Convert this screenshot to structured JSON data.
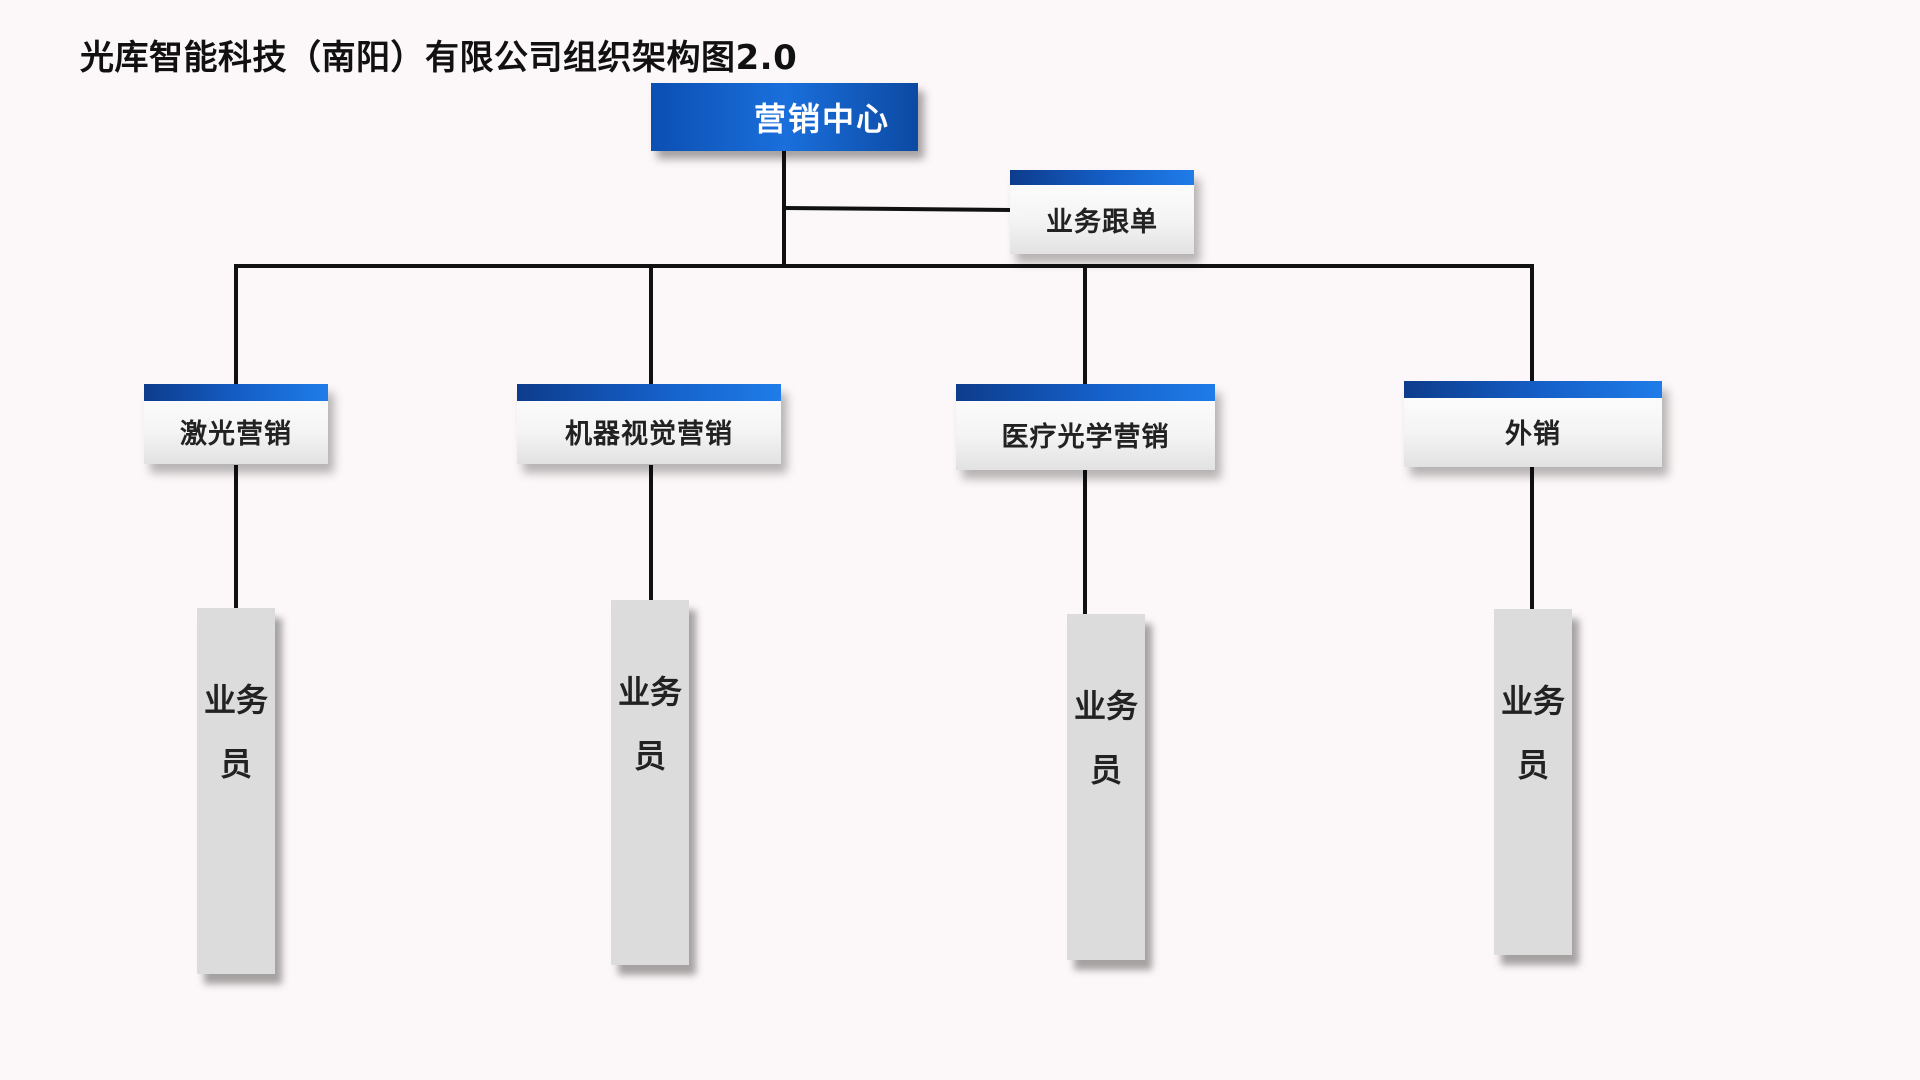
{
  "title": "光库智能科技（南阳）有限公司组织架构图2.0",
  "root": {
    "label": "营销中心"
  },
  "side_unit": {
    "label": "业务跟单"
  },
  "departments": [
    {
      "label": "激光营销",
      "staff": "业务员"
    },
    {
      "label": "机器视觉营销",
      "staff": "业务员"
    },
    {
      "label": "医疗光学营销",
      "staff": "业务员"
    },
    {
      "label": "外销",
      "staff": "业务员"
    }
  ],
  "colors": {
    "background": "#fcf7f8",
    "accent_dark": "#0d3c8c",
    "accent_light": "#1f7ce8",
    "staff_fill": "#dcdcdc",
    "line": "#111111"
  }
}
